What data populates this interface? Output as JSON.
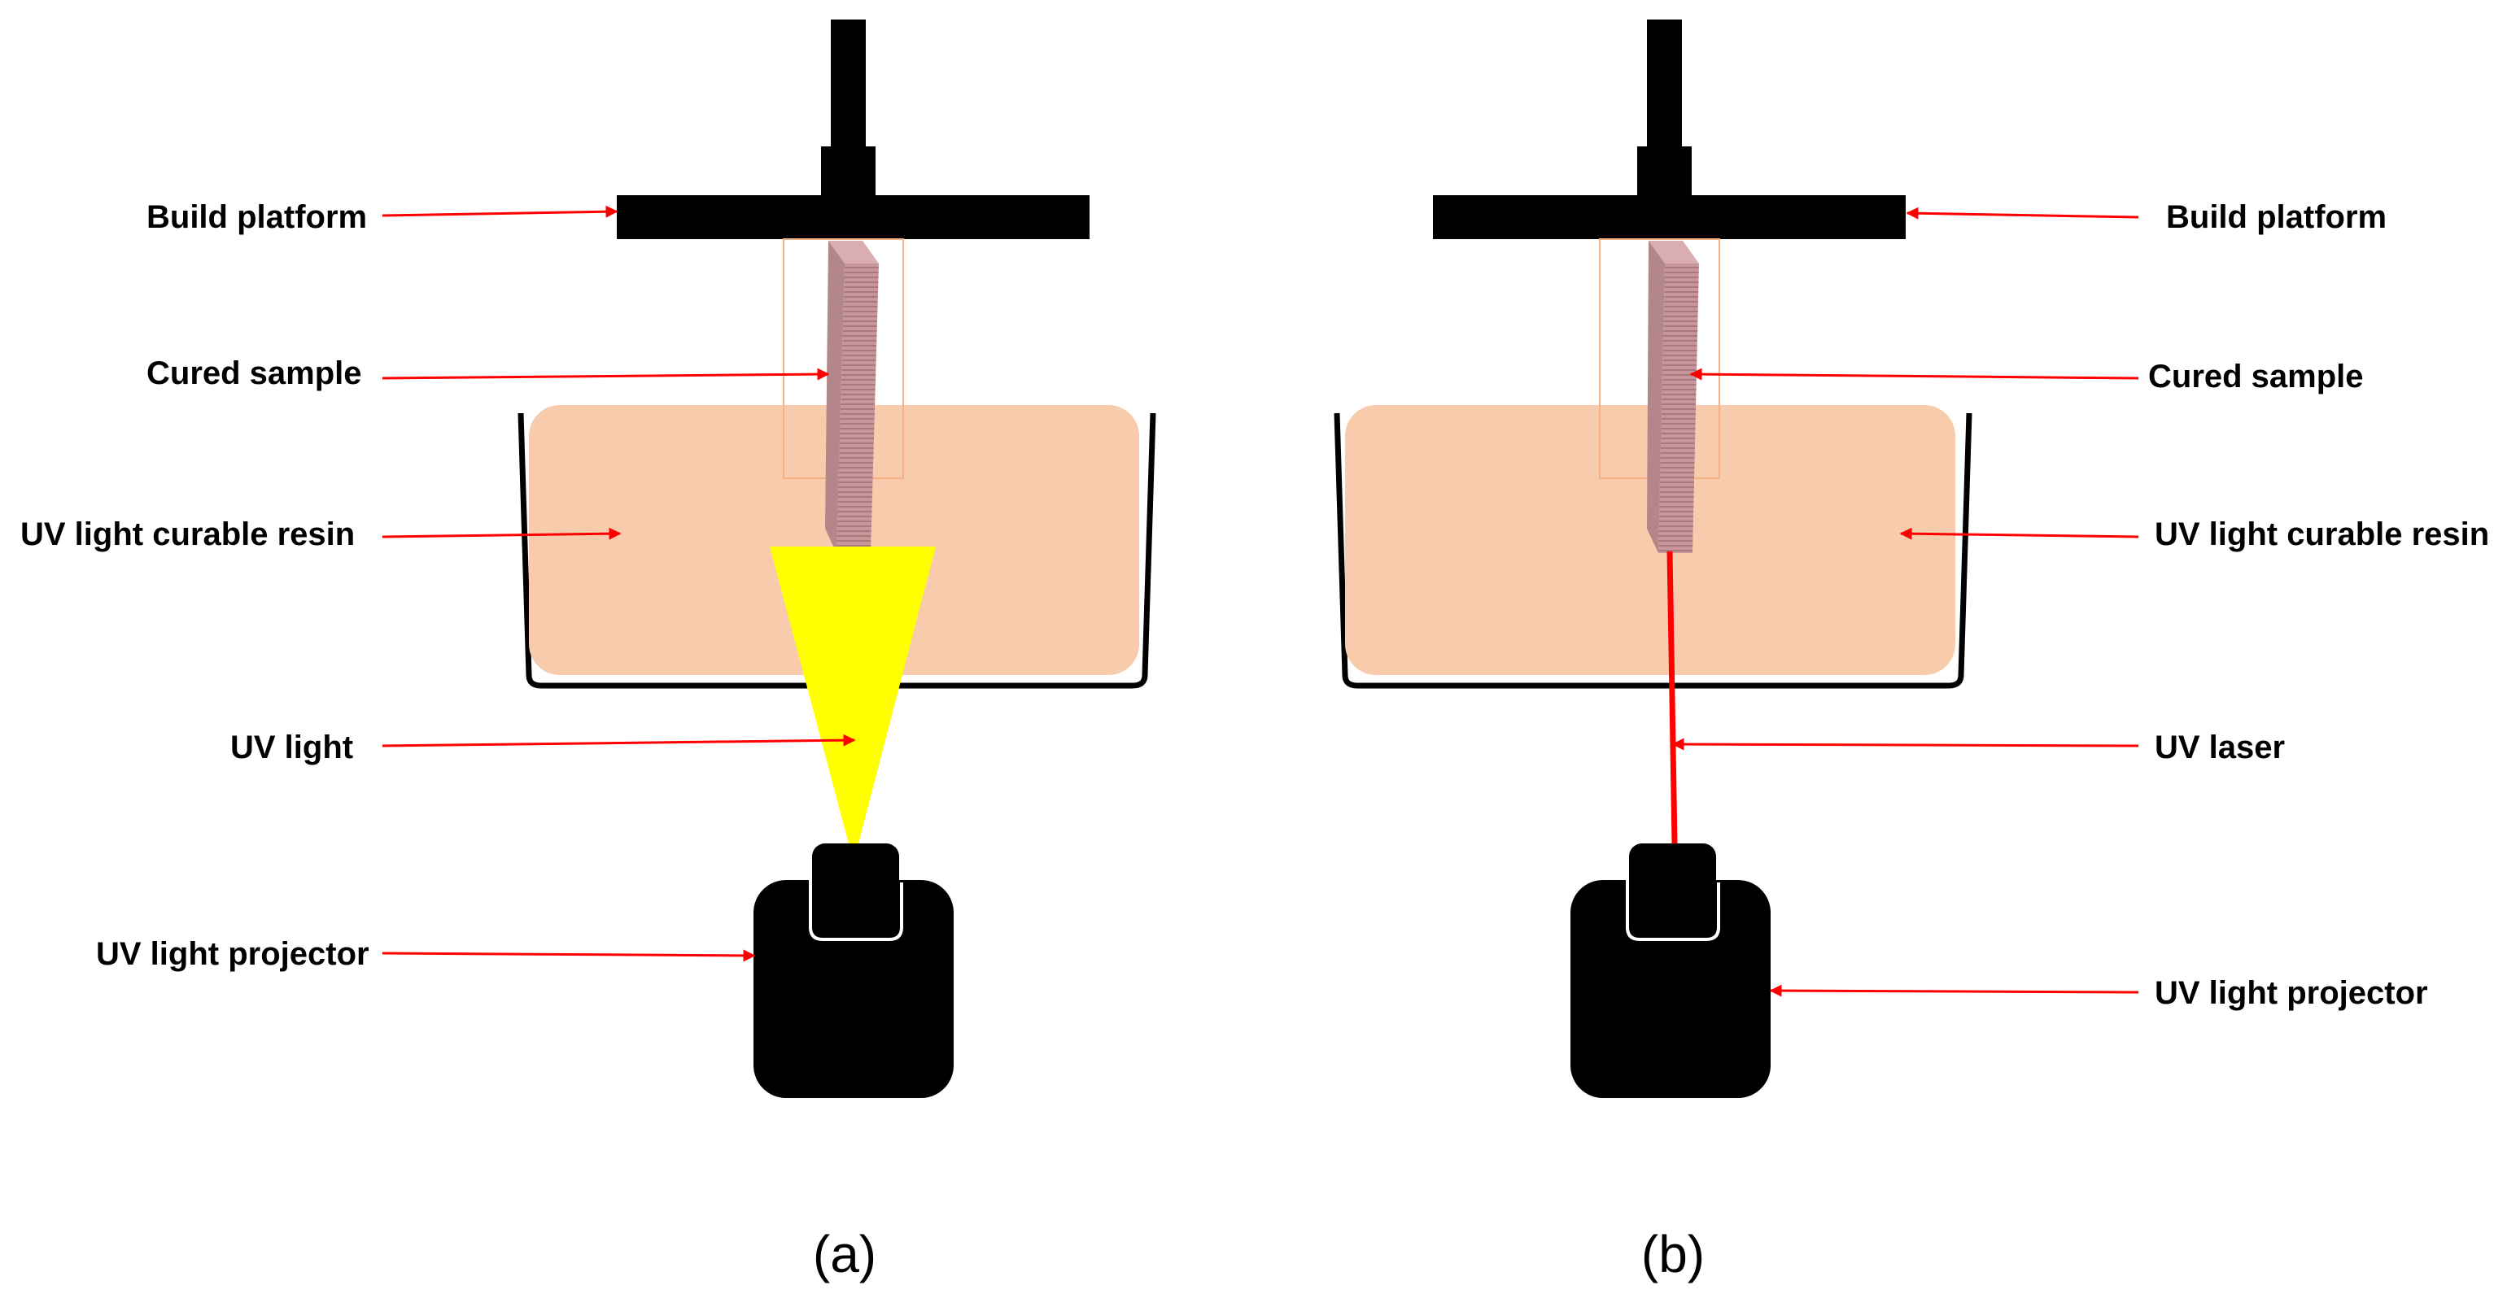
{
  "panel_a": {
    "caption": "(a)",
    "labels": {
      "build_platform": "Build platform",
      "cured_sample": "Cured sample",
      "resin": "UV light curable resin",
      "light": "UV light",
      "projector": "UV light projector"
    }
  },
  "panel_b": {
    "caption": "(b)",
    "labels": {
      "build_platform": "Build platform",
      "cured_sample": "Cured sample",
      "resin": "UV light curable resin",
      "laser": "UV laser",
      "projector": "UV light projector"
    }
  },
  "colors": {
    "hardware": "#000000",
    "resin": "#f8cbad",
    "sample": "#c7969a",
    "sample_outline": "#f4b183",
    "uv_light": "#ffff00",
    "uv_laser": "#ff0000",
    "arrow": "#ff0000"
  }
}
